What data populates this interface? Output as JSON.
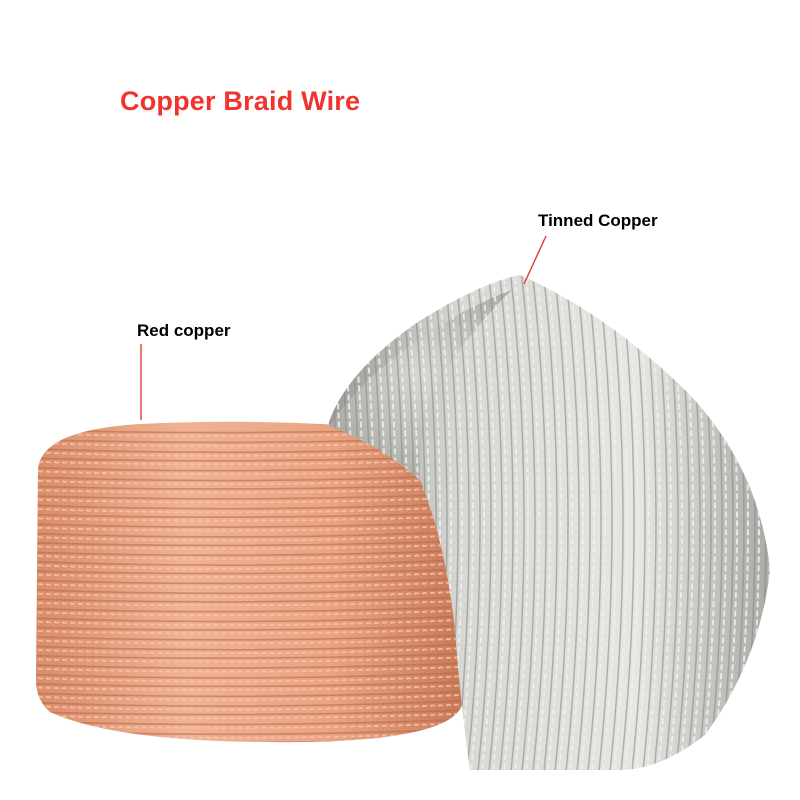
{
  "title": {
    "text": "Copper Braid Wire",
    "color": "#f0332e"
  },
  "labels": {
    "red_copper": "Red copper",
    "tinned_copper": "Tinned Copper"
  },
  "leader_color": "#e23a2e",
  "coils": {
    "red_copper": {
      "base": "#e7a07e",
      "dark": "#b76445",
      "light": "#f6c7ad"
    },
    "tinned_copper": {
      "base": "#c9c9c6",
      "dark": "#8a8a86",
      "light": "#eeeeec"
    }
  }
}
